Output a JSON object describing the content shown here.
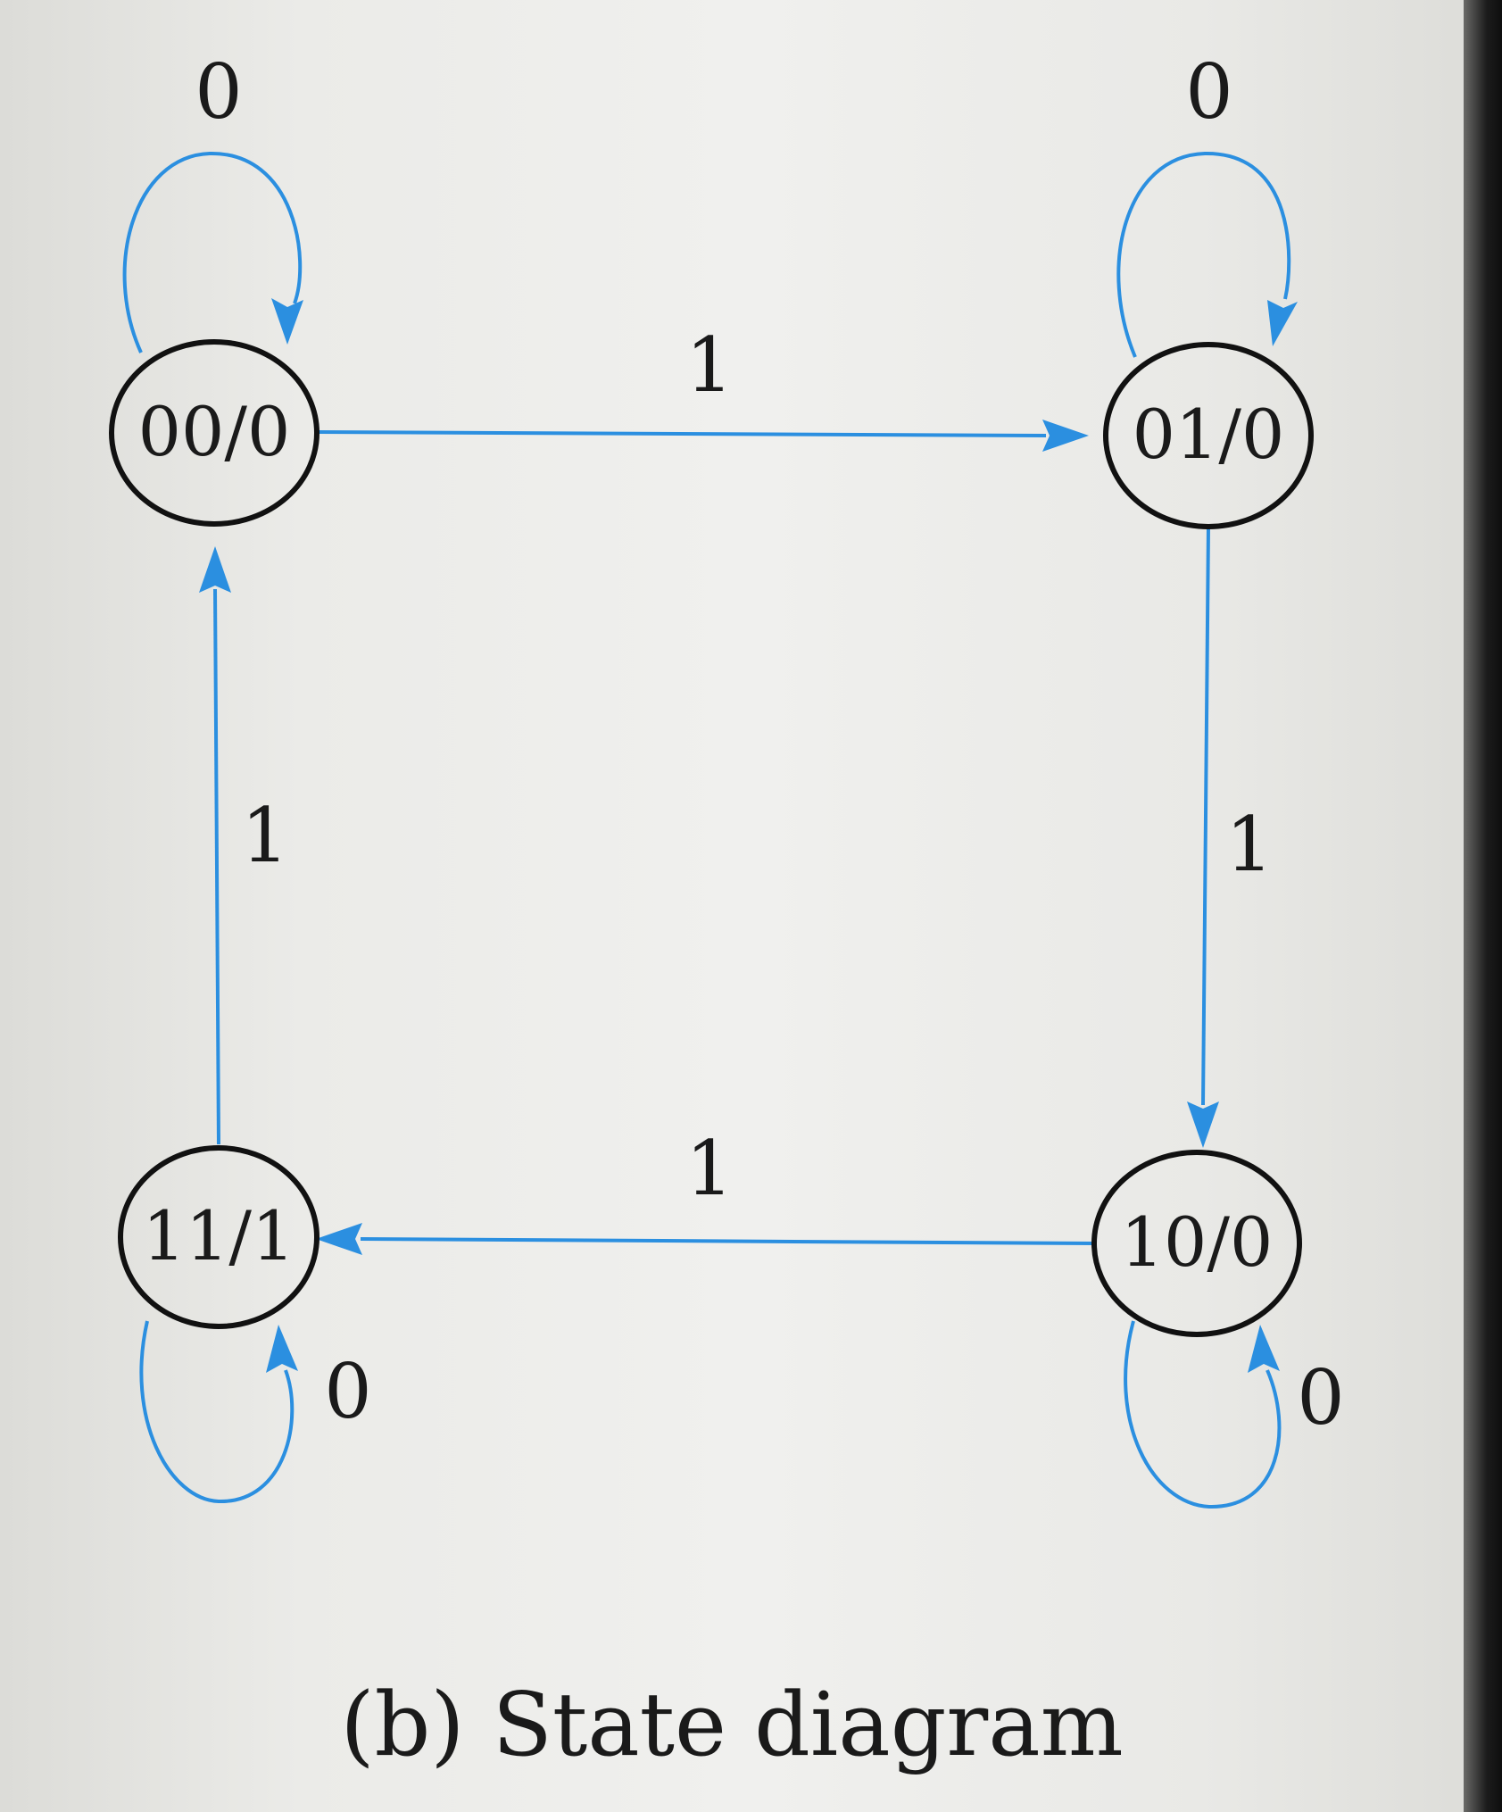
{
  "diagram": {
    "caption": "(b) State diagram",
    "states": [
      {
        "id": "s00",
        "label": "00/0"
      },
      {
        "id": "s01",
        "label": "01/0"
      },
      {
        "id": "s10",
        "label": "10/0"
      },
      {
        "id": "s11",
        "label": "11/1"
      }
    ],
    "transitions": [
      {
        "from": "00/0",
        "to": "00/0",
        "input": "0"
      },
      {
        "from": "00/0",
        "to": "01/0",
        "input": "1"
      },
      {
        "from": "01/0",
        "to": "01/0",
        "input": "0"
      },
      {
        "from": "01/0",
        "to": "10/0",
        "input": "1"
      },
      {
        "from": "10/0",
        "to": "10/0",
        "input": "0"
      },
      {
        "from": "10/0",
        "to": "11/1",
        "input": "1"
      },
      {
        "from": "11/1",
        "to": "11/1",
        "input": "0"
      },
      {
        "from": "11/1",
        "to": "00/0",
        "input": "1"
      }
    ],
    "colors": {
      "edge": "#2b8fe0",
      "state_outline": "#111111",
      "text": "#1a1a1a"
    }
  }
}
